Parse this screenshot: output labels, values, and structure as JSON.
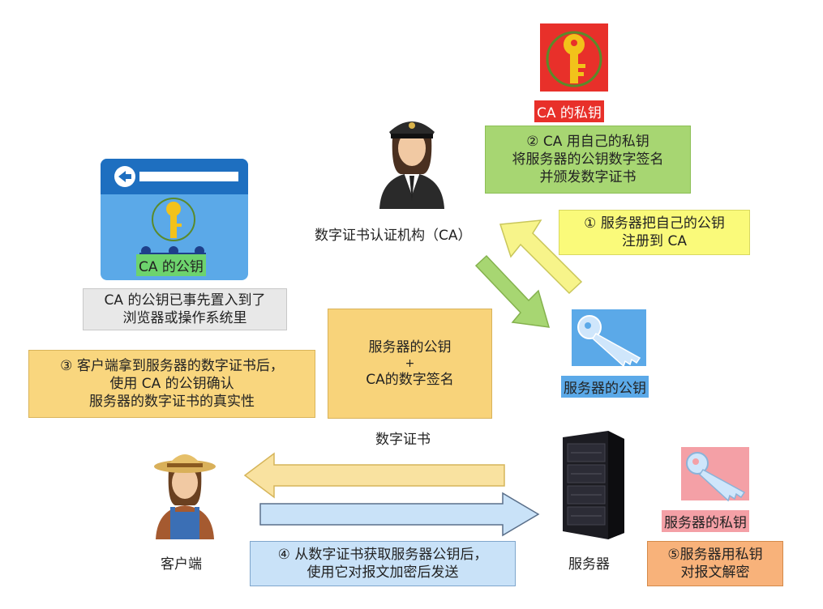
{
  "colors": {
    "ca_private_key_bg": "#e8302a",
    "ca_private_label_bg": "#e8302a",
    "step2_bg": "#a7d672",
    "step1_bg": "#fafa7a",
    "server_pub_key_bg": "#5ba9e8",
    "cert_bg": "#f8d37a",
    "step3_bg": "#f9d67e",
    "browser_bg": "#5ba9e8",
    "preinstalled_bg": "#e8e8e8",
    "step4_bg": "#c9e2f8",
    "step5_bg": "#f8b27a",
    "server_priv_key_bg": "#f4a0a6"
  },
  "nodes": {
    "ca_private_key_label": "CA 的私钥",
    "ca_label": "数字证书认证机构（CA）",
    "server_public_key_label": "服务器的公钥",
    "browser_ca_pubkey_label": "CA 的公钥",
    "client_label": "客户端",
    "server_label": "服务器",
    "server_private_key_label": "服务器的私钥",
    "certificate_caption": "数字证书"
  },
  "steps": {
    "step1": "① 服务器把自己的公钥\n注册到 CA",
    "step2": "② CA 用自己的私钥\n将服务器的公钥数字签名\n并颁发数字证书",
    "step3": "③ 客户端拿到服务器的数字证书后，\n使用 CA 的公钥确认\n服务器的数字证书的真实性",
    "step4": "④ 从数字证书获取服务器公钥后，\n使用它对报文加密后发送",
    "step5": "⑤服务器用私钥\n对报文解密"
  },
  "notes": {
    "preinstalled": "CA 的公钥已事先置入到了\n浏览器或操作系统里"
  },
  "certificate": {
    "line1": "服务器的公钥",
    "line2": "+",
    "line3": "CA的数字签名"
  },
  "icons": {
    "ca_private_key": "gold-key-icon",
    "ca_person": "pilot-person-icon",
    "browser": "browser-window-icon",
    "server_public_key": "blue-key-icon",
    "client_person": "farmer-person-icon",
    "server": "server-rack-icon",
    "server_private_key": "pink-key-icon"
  }
}
